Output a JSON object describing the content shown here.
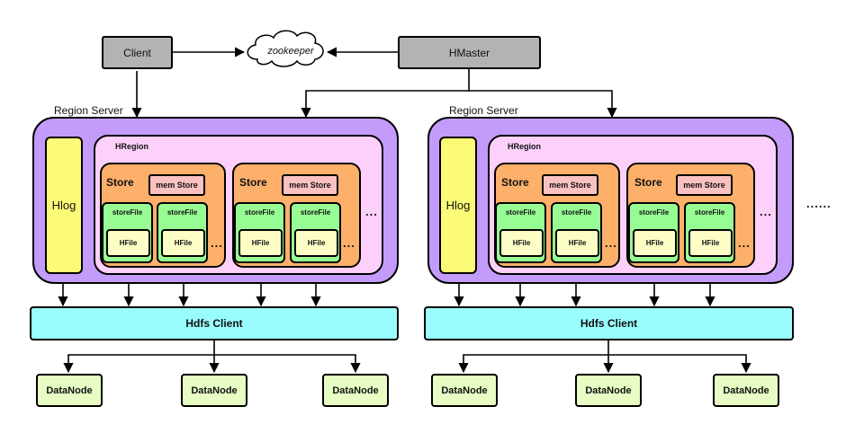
{
  "client_label": "Client",
  "zookeeper_label": "zookeeper",
  "hmaster_label": "HMaster",
  "region_server_label": "Region Server",
  "hlog_label": "Hlog",
  "hregion_label": "HRegion",
  "store_label": "Store",
  "memstore_label": "mem Store",
  "storefile_label": "storeFile",
  "hfile_label": "HFile",
  "ellipsis": "...",
  "more_dots": "......",
  "hdfs_client_label": "Hdfs Client",
  "datanode_label": "DataNode"
}
